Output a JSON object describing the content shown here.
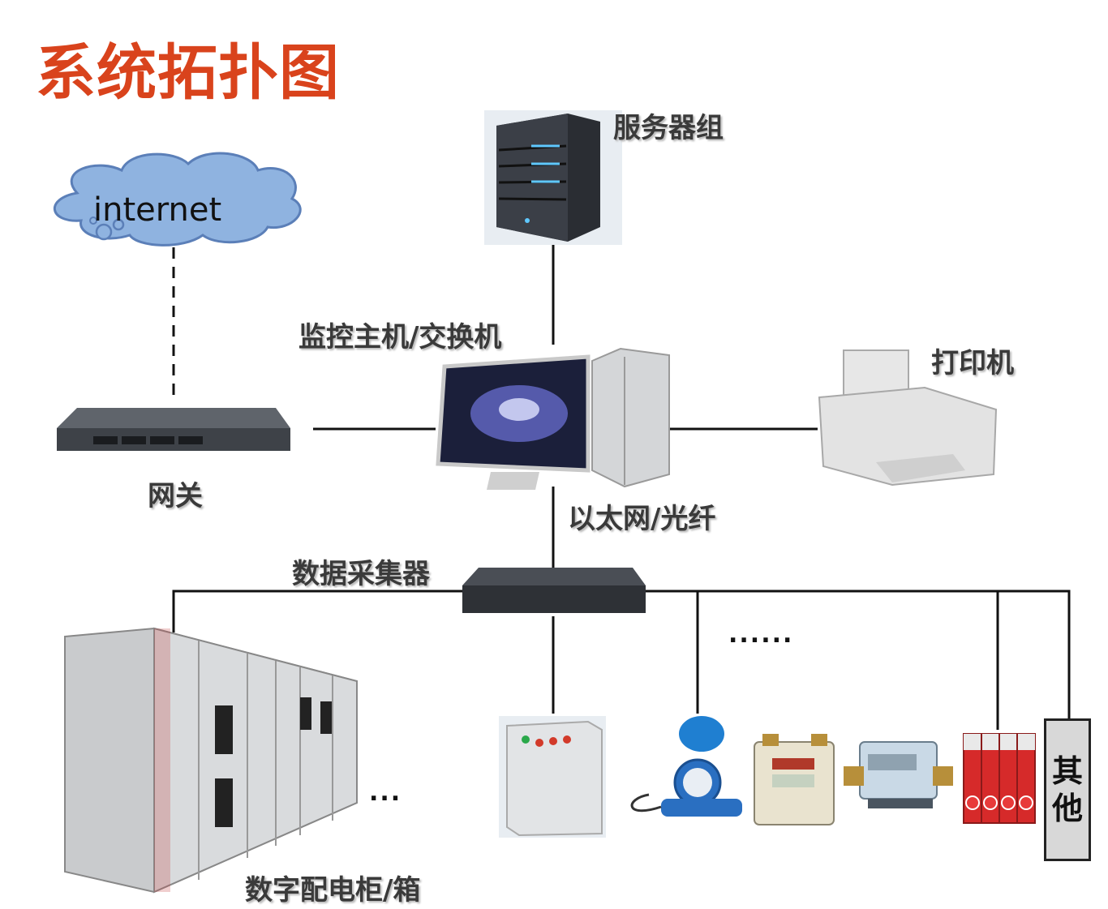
{
  "title": "系统拓扑图",
  "cloud": {
    "label": "internet"
  },
  "nodes": {
    "server_group": "服务器组",
    "monitor_host": "监控主机/交换机",
    "printer": "打印机",
    "gateway": "网关",
    "ethernet": "以太网/光纤",
    "data_collector": "数据采集器",
    "distribution_cabinet": "数字配电柜/箱",
    "other": [
      "其",
      "他"
    ]
  },
  "ellipsis": {
    "devices": "......",
    "cabinets": "..."
  },
  "colors": {
    "title": "#d9431c",
    "cloud_fill": "#8fb3e0",
    "cloud_stroke": "#5b7fb8",
    "line": "#111111"
  }
}
